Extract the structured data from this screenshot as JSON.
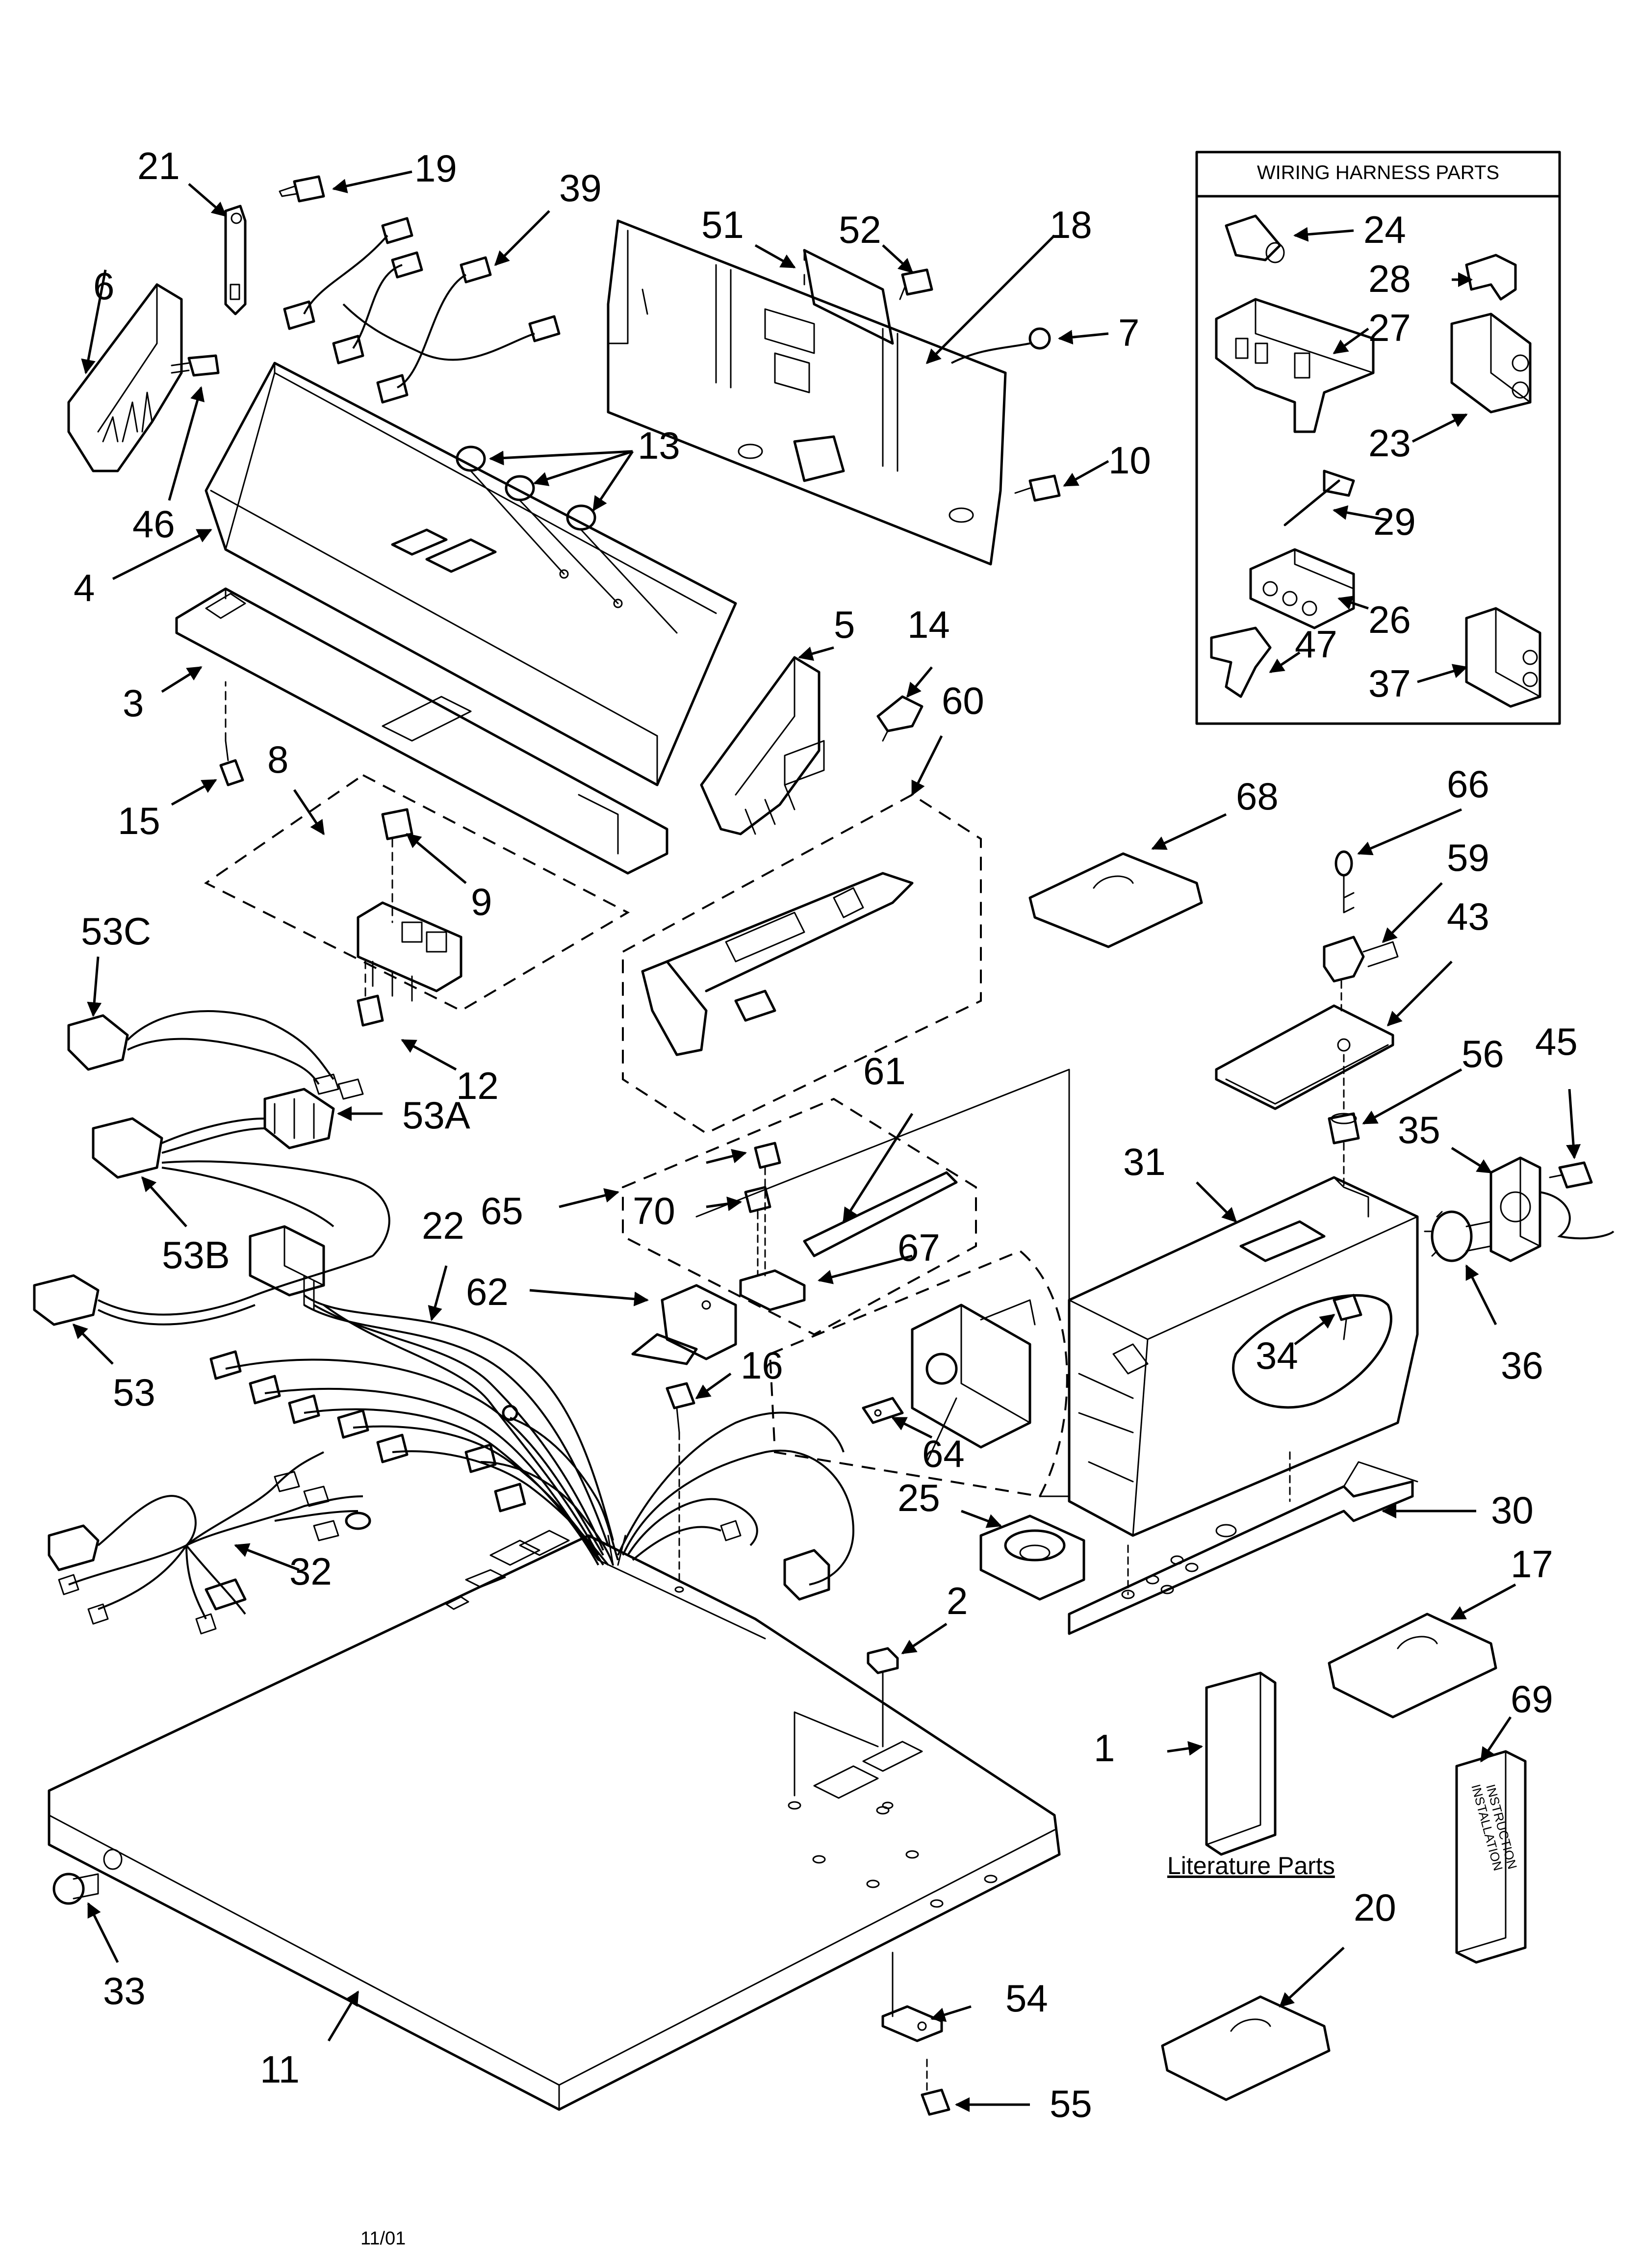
{
  "callouts": [
    {
      "id": "21",
      "text": "21"
    },
    {
      "id": "19",
      "text": "19"
    },
    {
      "id": "39",
      "text": "39"
    },
    {
      "id": "51",
      "text": "51"
    },
    {
      "id": "52",
      "text": "52"
    },
    {
      "id": "18",
      "text": "18"
    },
    {
      "id": "6",
      "text": "6"
    },
    {
      "id": "46",
      "text": "46"
    },
    {
      "id": "13",
      "text": "13"
    },
    {
      "id": "7",
      "text": "7"
    },
    {
      "id": "10",
      "text": "10"
    },
    {
      "id": "4",
      "text": "4"
    },
    {
      "id": "5",
      "text": "5"
    },
    {
      "id": "14",
      "text": "14"
    },
    {
      "id": "60",
      "text": "60"
    },
    {
      "id": "3",
      "text": "3"
    },
    {
      "id": "8",
      "text": "8"
    },
    {
      "id": "15",
      "text": "15"
    },
    {
      "id": "9",
      "text": "9"
    },
    {
      "id": "53C",
      "text": "53C"
    },
    {
      "id": "12",
      "text": "12"
    },
    {
      "id": "53A",
      "text": "53A"
    },
    {
      "id": "68",
      "text": "68"
    },
    {
      "id": "66",
      "text": "66"
    },
    {
      "id": "59",
      "text": "59"
    },
    {
      "id": "43",
      "text": "43"
    },
    {
      "id": "56",
      "text": "56"
    },
    {
      "id": "45",
      "text": "45"
    },
    {
      "id": "35",
      "text": "35"
    },
    {
      "id": "61",
      "text": "61"
    },
    {
      "id": "31",
      "text": "31"
    },
    {
      "id": "65",
      "text": "65"
    },
    {
      "id": "70",
      "text": "70"
    },
    {
      "id": "53B",
      "text": "53B"
    },
    {
      "id": "22",
      "text": "22"
    },
    {
      "id": "67",
      "text": "67"
    },
    {
      "id": "62",
      "text": "62"
    },
    {
      "id": "34",
      "text": "34"
    },
    {
      "id": "36",
      "text": "36"
    },
    {
      "id": "53",
      "text": "53"
    },
    {
      "id": "16",
      "text": "16"
    },
    {
      "id": "64",
      "text": "64"
    },
    {
      "id": "25",
      "text": "25"
    },
    {
      "id": "30",
      "text": "30"
    },
    {
      "id": "32",
      "text": "32"
    },
    {
      "id": "17",
      "text": "17"
    },
    {
      "id": "2",
      "text": "2"
    },
    {
      "id": "69",
      "text": "69"
    },
    {
      "id": "1",
      "text": "1"
    },
    {
      "id": "20",
      "text": "20"
    },
    {
      "id": "33",
      "text": "33"
    },
    {
      "id": "54",
      "text": "54"
    },
    {
      "id": "11",
      "text": "11"
    },
    {
      "id": "55",
      "text": "55"
    }
  ],
  "harness_box": {
    "title": "WIRING HARNESS PARTS",
    "callouts": [
      {
        "id": "24",
        "text": "24"
      },
      {
        "id": "28",
        "text": "28"
      },
      {
        "id": "27",
        "text": "27"
      },
      {
        "id": "23",
        "text": "23"
      },
      {
        "id": "29",
        "text": "29"
      },
      {
        "id": "26",
        "text": "26"
      },
      {
        "id": "47",
        "text": "47"
      },
      {
        "id": "37",
        "text": "37"
      }
    ]
  },
  "literature": {
    "heading": "Literature Parts",
    "booklet_text_1": "INSTALLATION",
    "booklet_text_2": "INSTRUCTION"
  },
  "footer": {
    "date_code": "11/01"
  }
}
